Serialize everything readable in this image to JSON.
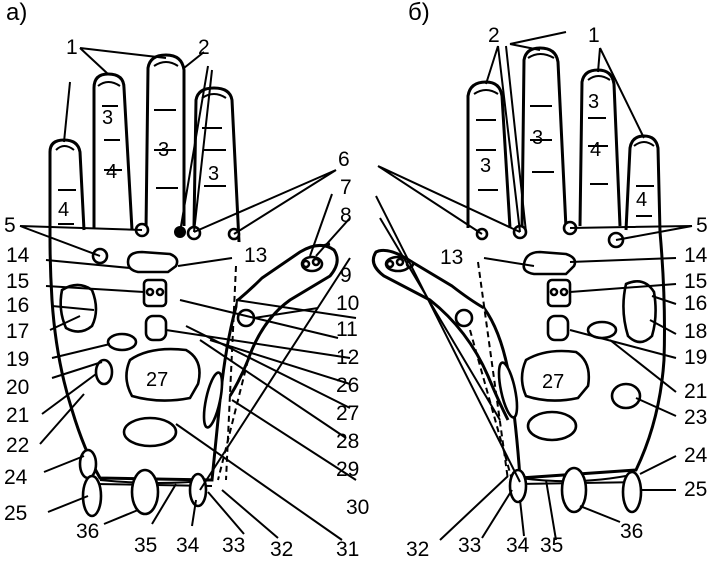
{
  "figure": {
    "title_a": "а)",
    "title_b": "б)",
    "left_labels": {
      "l1": "1",
      "l2": "2",
      "l3a": "3",
      "l3b": "3",
      "l3c": "3",
      "l4a": "4",
      "l4b": "4",
      "l5": "5",
      "l6": "6",
      "l7": "7",
      "l8": "8",
      "l9": "9",
      "l10": "10",
      "l11": "11",
      "l12": "12",
      "l13": "13",
      "l14": "14",
      "l15": "15",
      "l16": "16",
      "l17": "17",
      "l19": "19",
      "l20": "20",
      "l21": "21",
      "l22": "22",
      "l24": "24",
      "l25": "25",
      "l26": "26",
      "l27a": "27",
      "l27b": "27",
      "l28": "28",
      "l29": "29",
      "l30": "30",
      "l31": "31",
      "l32": "32",
      "l33": "33",
      "l34": "34",
      "l35": "35",
      "l36": "36"
    },
    "right_labels": {
      "r1": "1",
      "r2": "2",
      "r3a": "3",
      "r3b": "3",
      "r3c": "3",
      "r4a": "4",
      "r4b": "4",
      "r5": "5",
      "r13": "13",
      "r14": "14",
      "r15": "15",
      "r16": "16",
      "r18": "18",
      "r19": "19",
      "r21": "21",
      "r23": "23",
      "r24": "24",
      "r25": "25",
      "r27": "27",
      "r32": "32",
      "r33": "33",
      "r34": "34",
      "r35": "35",
      "r36": "36"
    }
  }
}
